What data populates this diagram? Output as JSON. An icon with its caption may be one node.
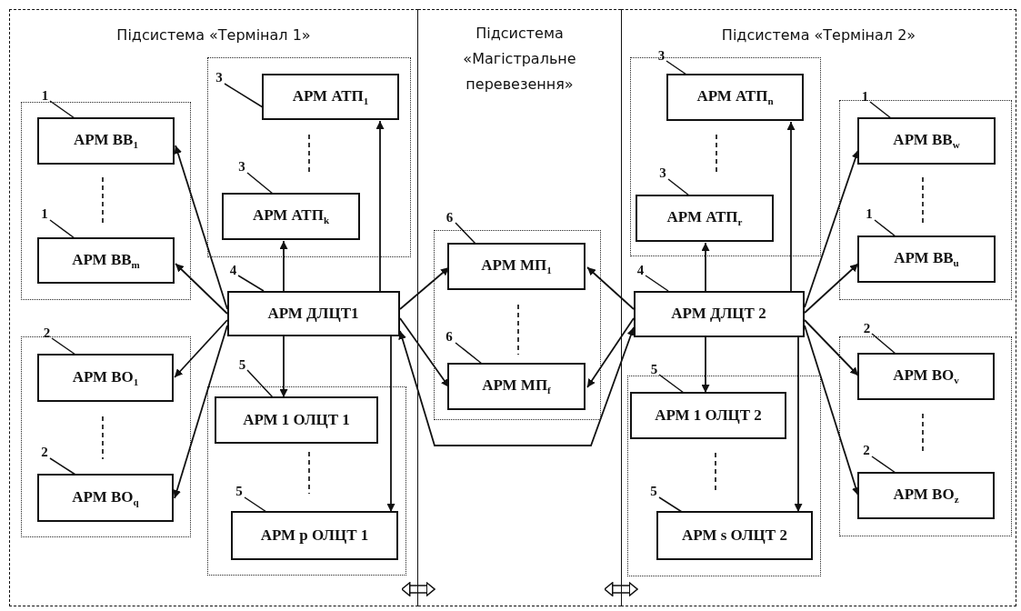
{
  "diagram": {
    "nodes": [
      {
        "text": [
          "Підсистема «Термінал 1»"
        ]
      },
      {
        "text": [],
        "shape": "box",
        "in": 0
      },
      {
        "text": [
          "АРМ ВВ$_{1}$"
        ],
        "in": 1
      },
      {
        "text": [
          "АРМ ВВ$_{m}$"
        ],
        "in": 1
      },
      {
        "text": [],
        "shape": "box",
        "in": 0
      },
      {
        "text": [
          "АРМ АТП$_{1}$"
        ],
        "in": 4
      },
      {
        "text": [
          "АРМ АТП$_{k}$"
        ],
        "in": 4
      },
      {
        "text": [
          "АРМ ДЛЦТ1"
        ],
        "in": 0
      },
      {
        "text": [],
        "shape": "box",
        "in": 0
      },
      {
        "text": [
          "АРМ ВО$_{1}$"
        ],
        "in": 8
      },
      {
        "text": [
          "АРМ ВО$_{q}$"
        ],
        "in": 8
      },
      {
        "text": [],
        "shape": "box",
        "in": 0
      },
      {
        "text": [
          "АРМ 1 ОЛЦТ 1"
        ],
        "in": 11
      },
      {
        "text": [
          "АРМ р ОЛЦТ 1"
        ],
        "in": 11
      },
      {
        "text": [
          "Підсистема «Магістральне перевезення»"
        ]
      },
      {
        "text": [],
        "shape": "box",
        "in": 14
      },
      {
        "text": [
          "АРМ МП$_{1}$"
        ],
        "in": 15
      },
      {
        "text": [
          "АРМ МП$_{f}$"
        ],
        "in": 15
      },
      {
        "text": [
          "Підсистема «Термінал 2»"
        ]
      },
      {
        "text": [],
        "shape": "box",
        "in": 18
      },
      {
        "text": [
          "АРМ АТП$_{n}$"
        ],
        "in": 19
      },
      {
        "text": [
          "АРМ АТП$_{r}$"
        ],
        "in": 19
      },
      {
        "text": [],
        "shape": "box",
        "in": 18
      },
      {
        "text": [
          "АРМ ВВ$_{w}$"
        ],
        "in": 22
      },
      {
        "text": [
          "АРМ ВВ$_{u}$"
        ],
        "in": 22
      },
      {
        "text": [
          "АРМ ДЛЦТ 2"
        ],
        "in": 18
      },
      {
        "text": [],
        "shape": "box",
        "in": 18
      },
      {
        "text": [
          "АРМ 1 ОЛЦТ 2"
        ],
        "in": 26
      },
      {
        "text": [
          "АРМ s ОЛЦТ 2"
        ],
        "in": 26
      },
      {
        "text": [],
        "shape": "box",
        "in": 18
      },
      {
        "text": [
          "АРМ ВО$_{v}$"
        ],
        "in": 29
      },
      {
        "text": [
          "АРМ ВО$_{z}$"
        ],
        "in": 29
      },
      {
        "text": [
          "1"
        ],
        "in": 0
      },
      {
        "text": [
          "1"
        ],
        "in": 1
      },
      {
        "text": [
          "3"
        ],
        "in": 4
      },
      {
        "text": [
          "3"
        ],
        "in": 4
      },
      {
        "text": [
          "4"
        ],
        "in": 0
      },
      {
        "text": [
          "2"
        ],
        "in": 0
      },
      {
        "text": [
          "2"
        ],
        "in": 8
      },
      {
        "text": [
          "5"
        ],
        "in": 0
      },
      {
        "text": [
          "5"
        ],
        "in": 11
      },
      {
        "text": [
          "6"
        ],
        "in": 14
      },
      {
        "text": [
          "6"
        ],
        "in": 15
      },
      {
        "text": [
          "3"
        ],
        "in": 18
      },
      {
        "text": [
          "3"
        ],
        "in": 19
      },
      {
        "text": [
          "1"
        ],
        "in": 18
      },
      {
        "text": [
          "1"
        ],
        "in": 22
      },
      {
        "text": [
          "4"
        ],
        "in": 18
      },
      {
        "text": [
          "5"
        ],
        "in": 18
      },
      {
        "text": [
          "5"
        ],
        "in": 26
      },
      {
        "text": [
          "2"
        ],
        "in": 18
      },
      {
        "text": [
          "2"
        ],
        "in": 29
      }
    ],
    "edges": [
      {
        "from": 7,
        "to": 2,
        "arrow": "to"
      },
      {
        "from": 7,
        "to": 3,
        "arrow": "to"
      },
      {
        "from": 7,
        "to": 9,
        "arrow": "to"
      },
      {
        "from": 7,
        "to": 10,
        "arrow": "to"
      },
      {
        "from": 7,
        "to": 6,
        "arrow": "to"
      },
      {
        "from": 7,
        "to": 5,
        "arrow": "to"
      },
      {
        "from": 7,
        "to": 12,
        "arrow": "to"
      },
      {
        "from": 7,
        "to": 13,
        "arrow": "to"
      },
      {
        "from": 7,
        "to": 16,
        "arrow": "to"
      },
      {
        "from": 7,
        "to": 17,
        "arrow": "to"
      },
      {
        "from": 7,
        "to": 25,
        "arrow": "both"
      },
      {
        "from": 25,
        "to": 16,
        "arrow": "to"
      },
      {
        "from": 25,
        "to": 17,
        "arrow": "to"
      },
      {
        "from": 25,
        "to": 21,
        "arrow": "to"
      },
      {
        "from": 25,
        "to": 20,
        "arrow": "to"
      },
      {
        "from": 25,
        "to": 23,
        "arrow": "to"
      },
      {
        "from": 25,
        "to": 24,
        "arrow": "to"
      },
      {
        "from": 25,
        "to": 30,
        "arrow": "to"
      },
      {
        "from": 25,
        "to": 31,
        "arrow": "to"
      },
      {
        "from": 25,
        "to": 27,
        "arrow": "to"
      },
      {
        "from": 25,
        "to": 28,
        "arrow": "to"
      },
      {
        "from": 0,
        "to": 14,
        "arrow": "both"
      },
      {
        "from": 14,
        "to": 18,
        "arrow": "both"
      },
      {
        "from": 32,
        "to": 2,
        "arrow": "none"
      },
      {
        "from": 33,
        "to": 3,
        "arrow": "none"
      },
      {
        "from": 34,
        "to": 5,
        "arrow": "none"
      },
      {
        "from": 35,
        "to": 6,
        "arrow": "none"
      },
      {
        "from": 36,
        "to": 7,
        "arrow": "none"
      },
      {
        "from": 37,
        "to": 9,
        "arrow": "none"
      },
      {
        "from": 38,
        "to": 10,
        "arrow": "none"
      },
      {
        "from": 39,
        "to": 12,
        "arrow": "none"
      },
      {
        "from": 40,
        "to": 13,
        "arrow": "none"
      },
      {
        "from": 41,
        "to": 16,
        "arrow": "none"
      },
      {
        "from": 42,
        "to": 17,
        "arrow": "none"
      },
      {
        "from": 43,
        "to": 20,
        "arrow": "none"
      },
      {
        "from": 44,
        "to": 21,
        "arrow": "none"
      },
      {
        "from": 45,
        "to": 23,
        "arrow": "none"
      },
      {
        "from": 46,
        "to": 24,
        "arrow": "none"
      },
      {
        "from": 47,
        "to": 25,
        "arrow": "none"
      },
      {
        "from": 48,
        "to": 27,
        "arrow": "none"
      },
      {
        "from": 49,
        "to": 28,
        "arrow": "none"
      },
      {
        "from": 50,
        "to": 30,
        "arrow": "none"
      },
      {
        "from": 51,
        "to": 31,
        "arrow": "none"
      }
    ]
  }
}
